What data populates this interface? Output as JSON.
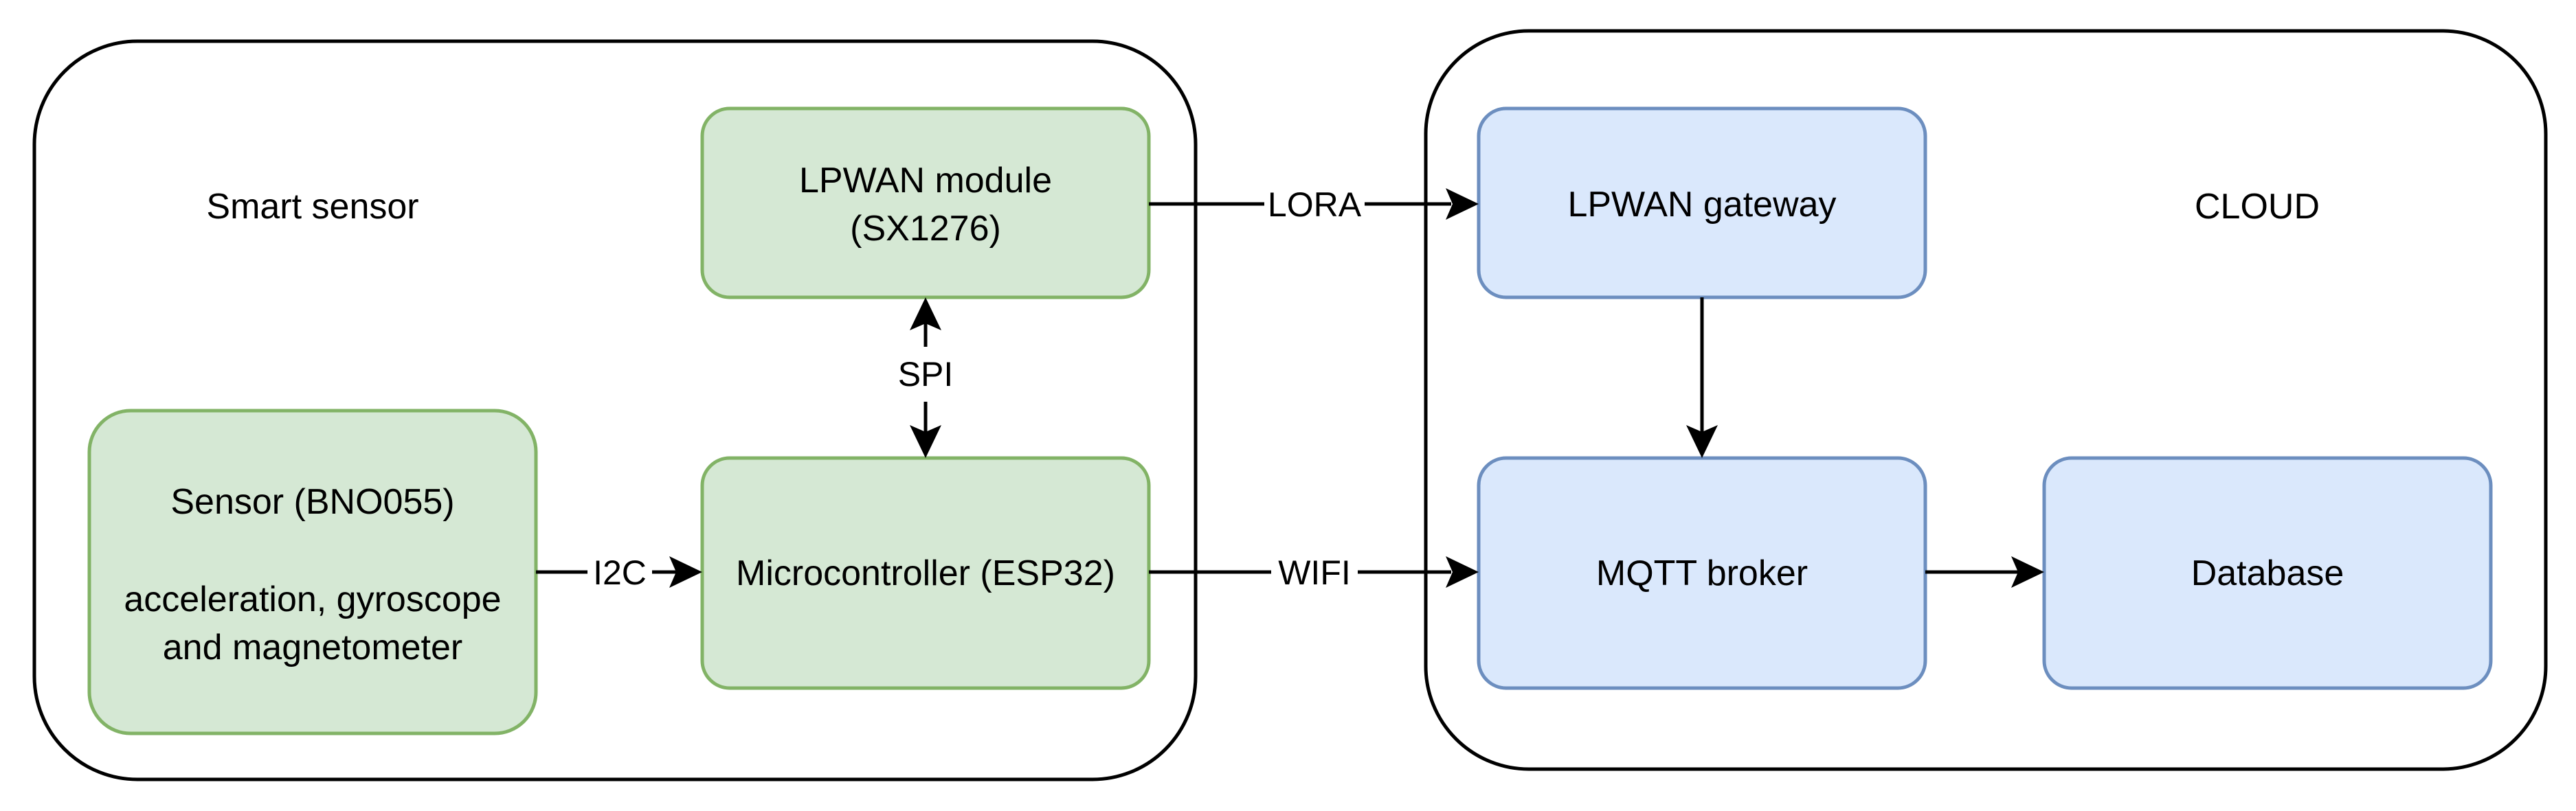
{
  "groups": {
    "smart_sensor": {
      "label": "Smart sensor"
    },
    "cloud": {
      "label": "CLOUD"
    }
  },
  "nodes": {
    "lpwan_module": {
      "line1": "LPWAN module",
      "line2": "(SX1276)"
    },
    "sensor": {
      "line1": "Sensor (BNO055)",
      "line2": "acceleration, gyroscope",
      "line3": "and magnetometer"
    },
    "microcontroller": {
      "label": "Microcontroller (ESP32)"
    },
    "lpwan_gateway": {
      "label": "LPWAN gateway"
    },
    "mqtt_broker": {
      "label": "MQTT broker"
    },
    "database": {
      "label": "Database"
    }
  },
  "edges": {
    "lora": {
      "label": "LORA"
    },
    "spi": {
      "label": "SPI"
    },
    "i2c": {
      "label": "I2C"
    },
    "wifi": {
      "label": "WIFI"
    }
  },
  "colors": {
    "device_fill": "#d5e8d4",
    "device_stroke": "#82b366",
    "cloud_fill": "#dae8fc",
    "cloud_stroke": "#6c8ebf",
    "group_stroke": "#000000"
  }
}
